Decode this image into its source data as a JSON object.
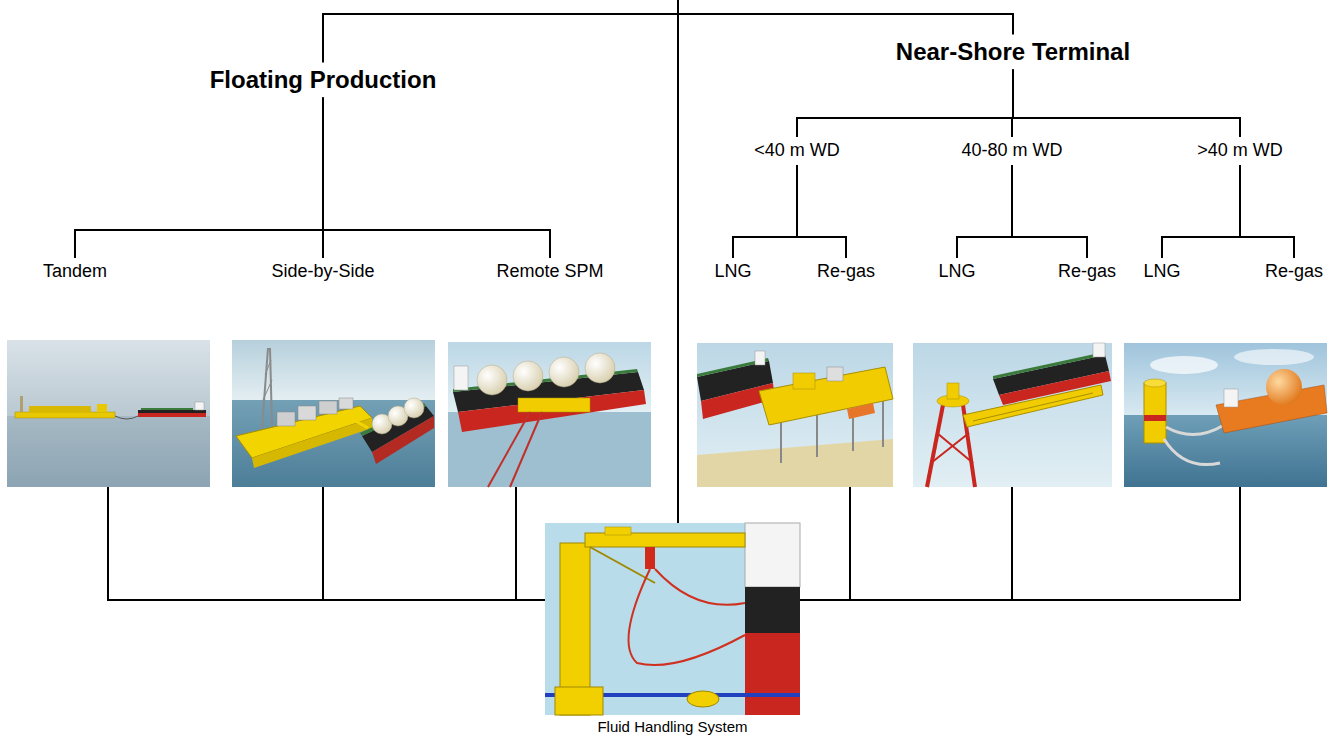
{
  "diagram": {
    "nodes": [
      {
        "text": [
          "Floating Production"
        ]
      },
      {
        "text": [
          "Near-Shore Terminal"
        ]
      },
      {
        "text": [
          "Tandem"
        ]
      },
      {
        "text": [
          "Side-by-Side"
        ]
      },
      {
        "text": [
          "Remote SPM"
        ]
      },
      {
        "text": [
          "<40 m WD"
        ]
      },
      {
        "text": [
          "40-80 m WD"
        ]
      },
      {
        "text": [
          ">40 m WD"
        ]
      },
      {
        "text": [
          "LNG",
          "Re-gas"
        ]
      },
      {
        "text": [
          "LNG",
          "Re-gas"
        ]
      },
      {
        "text": [
          "LNG",
          "Re-gas"
        ]
      },
      {
        "text": [
          "Fluid Handling System"
        ]
      }
    ],
    "edges": [
      {
        "from": 0,
        "to": 11,
        "arrow": "none"
      },
      {
        "from": 1,
        "to": 11,
        "arrow": "none"
      },
      {
        "from": 0,
        "to": 2,
        "arrow": "none"
      },
      {
        "from": 0,
        "to": 3,
        "arrow": "none"
      },
      {
        "from": 0,
        "to": 4,
        "arrow": "none"
      },
      {
        "from": 1,
        "to": 5,
        "arrow": "none"
      },
      {
        "from": 1,
        "to": 6,
        "arrow": "none"
      },
      {
        "from": 1,
        "to": 7,
        "arrow": "none"
      },
      {
        "from": 5,
        "to": 8,
        "arrow": "none"
      },
      {
        "from": 6,
        "to": 9,
        "arrow": "none"
      },
      {
        "from": 7,
        "to": 10,
        "arrow": "none"
      },
      {
        "from": 2,
        "to": 11,
        "arrow": "none"
      },
      {
        "from": 3,
        "to": 11,
        "arrow": "none"
      },
      {
        "from": 4,
        "to": 11,
        "arrow": "none"
      },
      {
        "from": 8,
        "to": 11,
        "arrow": "none"
      },
      {
        "from": 9,
        "to": 11,
        "arrow": "none"
      },
      {
        "from": 10,
        "to": 11,
        "arrow": "none"
      }
    ]
  }
}
